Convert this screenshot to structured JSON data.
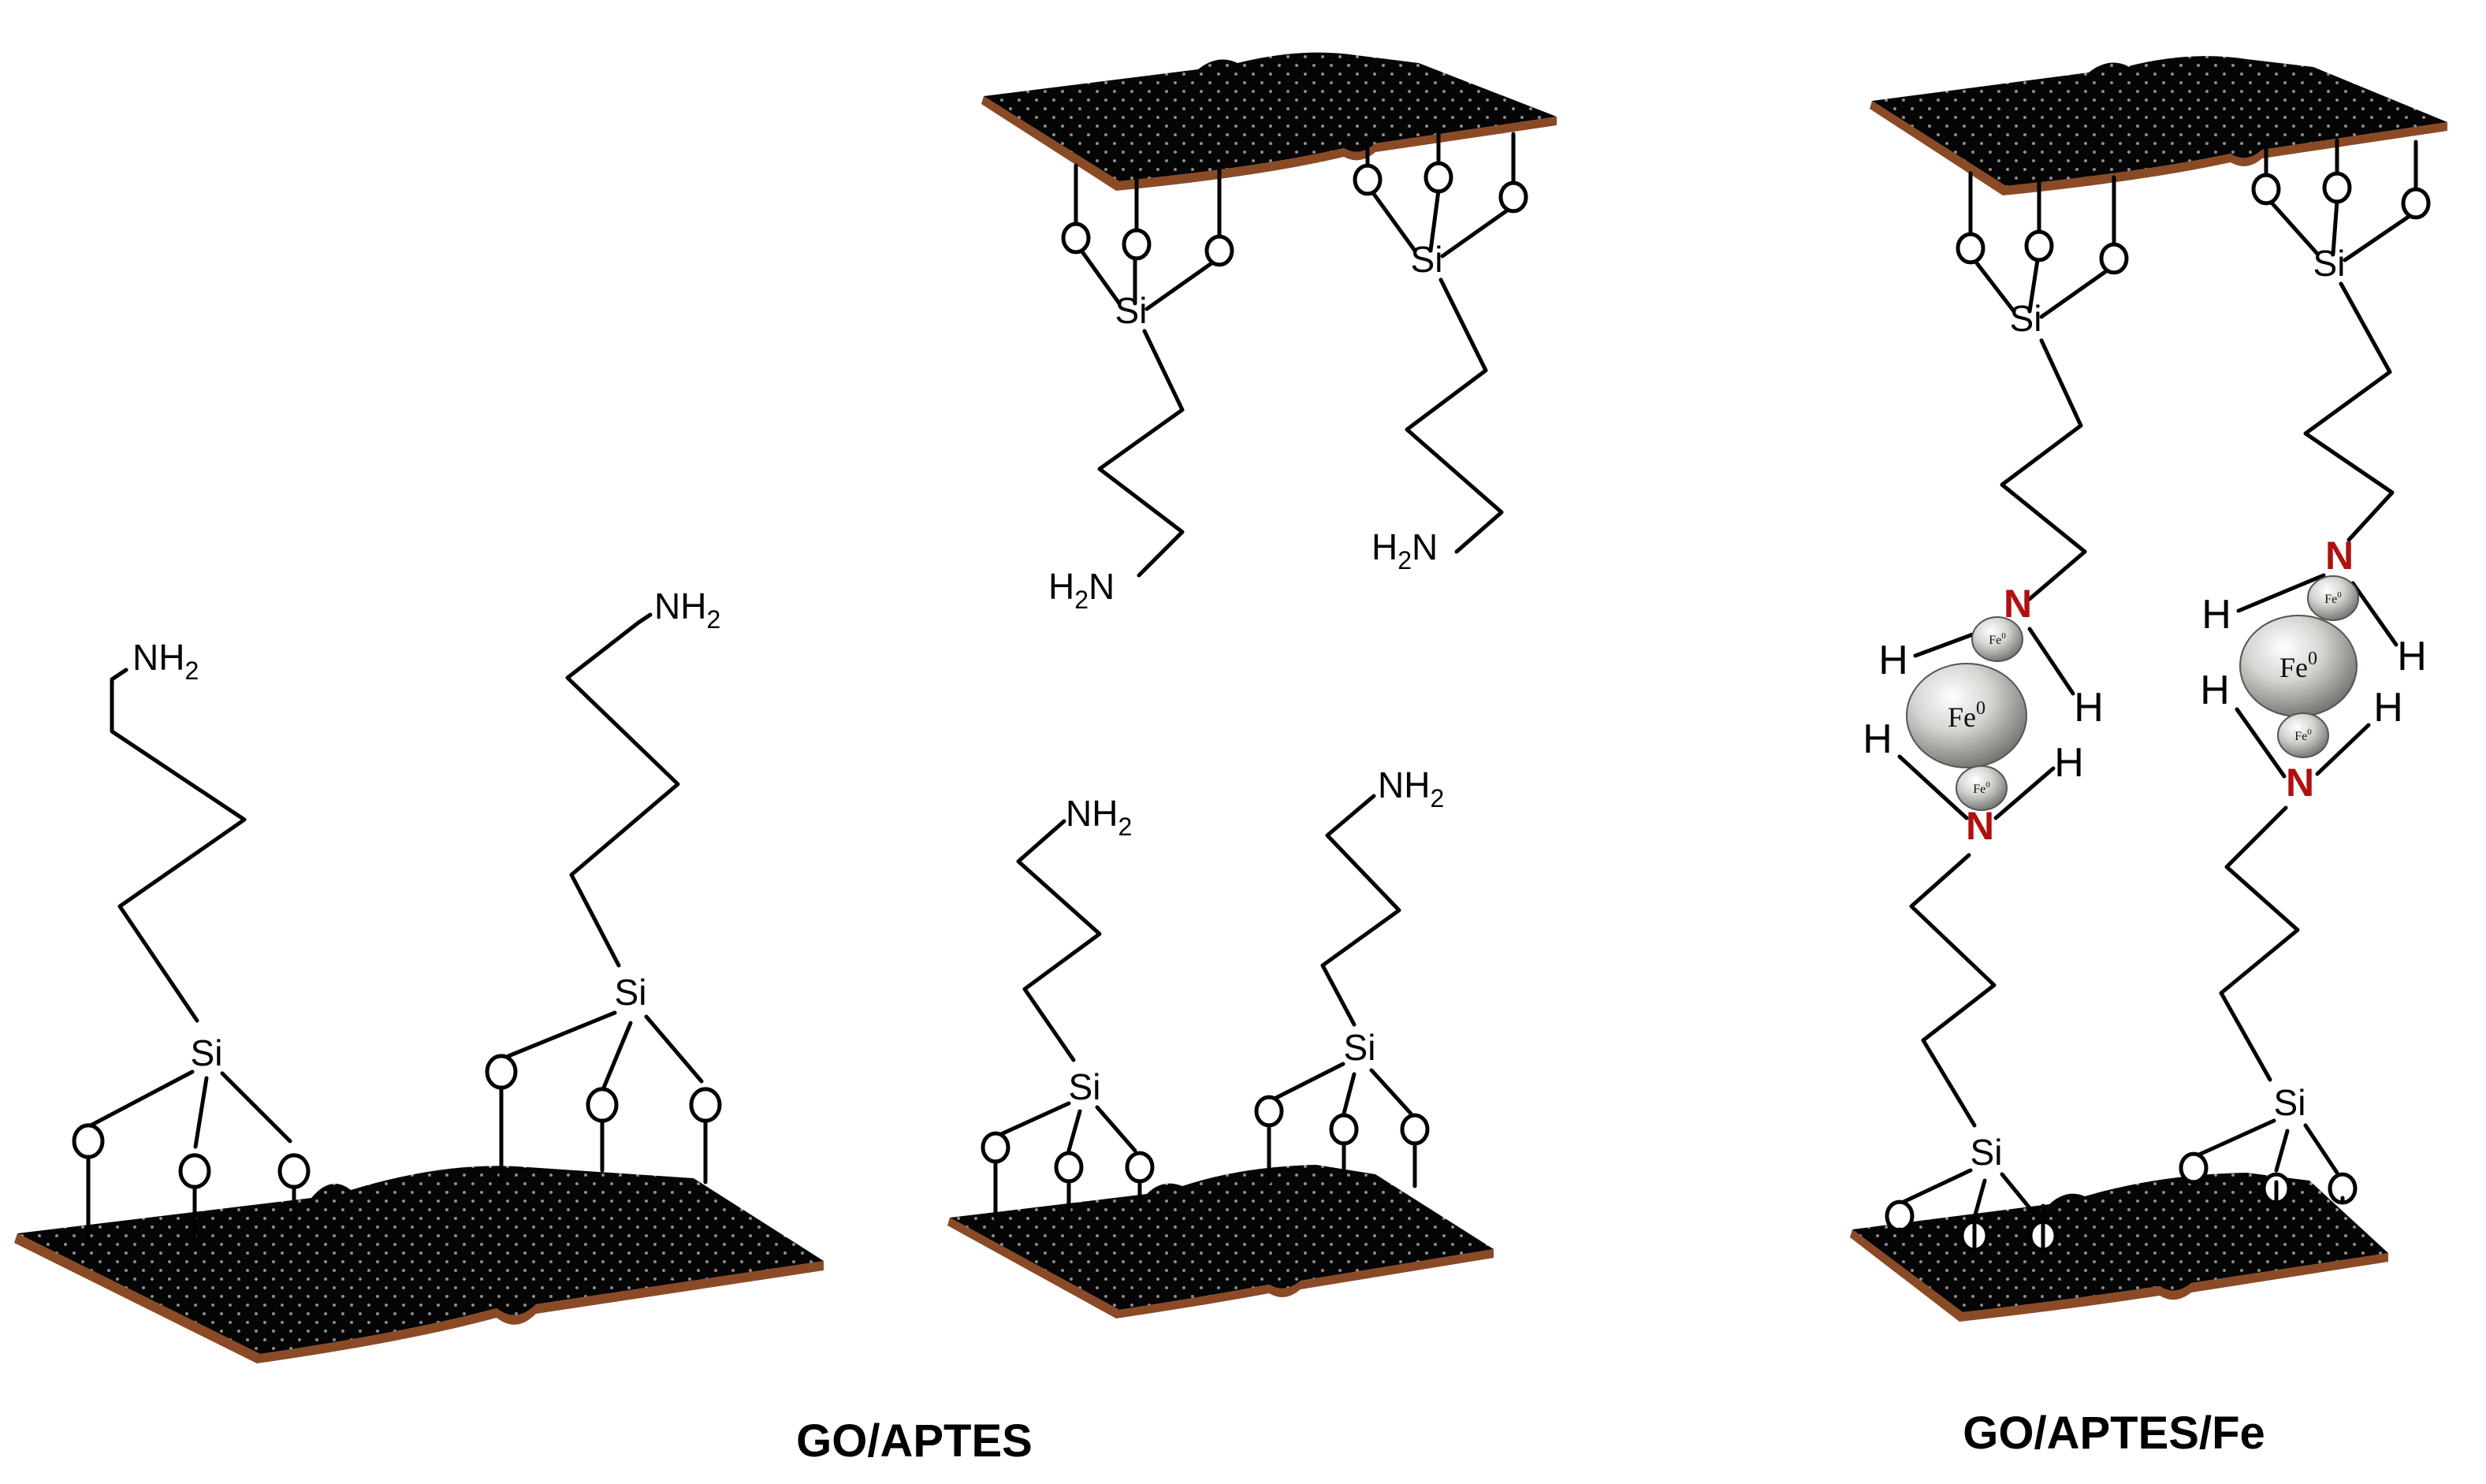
{
  "labels": {
    "si": "Si",
    "o": "O",
    "nh": "NH",
    "h2n_h": "H",
    "h2n_n": "N",
    "sub2": "2",
    "n": "N",
    "h": "H",
    "fe": "Fe",
    "fe_sup": "0"
  },
  "captions": {
    "go_aptes": "GO/APTES",
    "go_aptes_fe": "GO/APTES/Fe"
  },
  "colors": {
    "sheet": "#050505",
    "sheet_edge": "#8a4a26",
    "nitrogen": "#b01010",
    "iron_sphere": "#b8bab6"
  }
}
